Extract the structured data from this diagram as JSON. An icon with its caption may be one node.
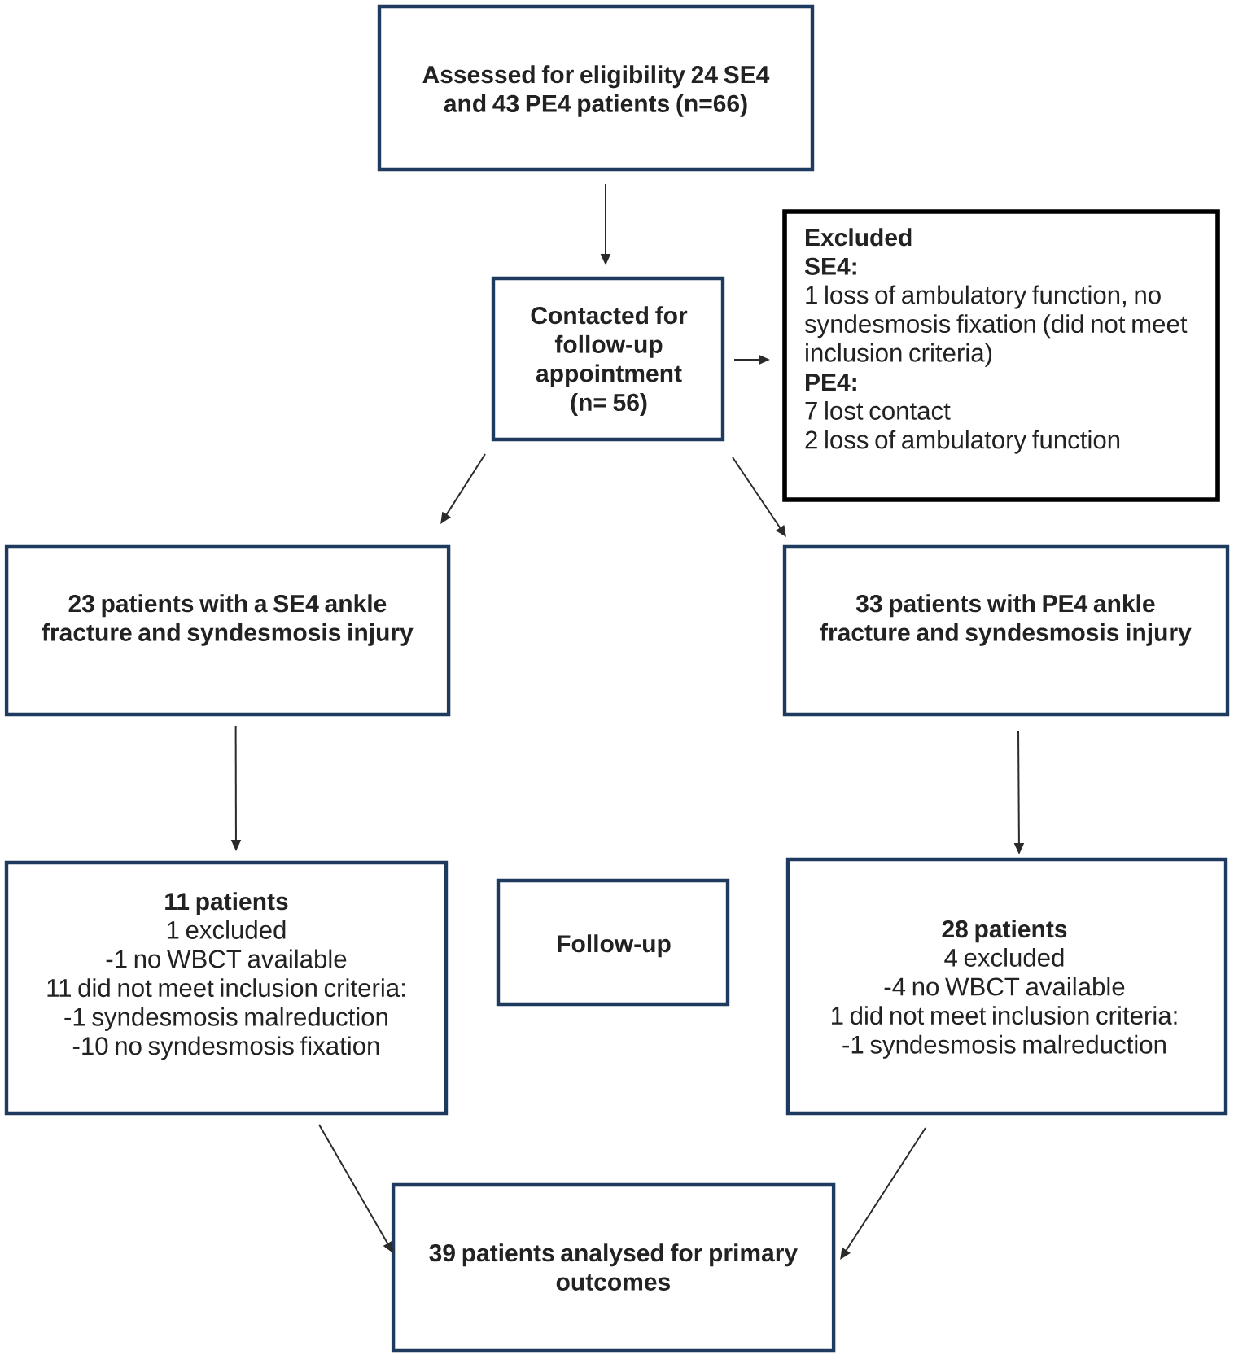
{
  "diagram": {
    "nodes": [
      {
        "text": [
          "Assessed for eligibility 24 SE4 and 43 PE4 patients (n=66)"
        ]
      },
      {
        "text": [
          "Contacted for follow-up appointment (n= 56)"
        ]
      },
      {
        "text": [
          "Excluded",
          "SE4:",
          "1 loss of ambulatory function, no syndesmosis fixation (did not meet inclusion criteria)",
          "PE4:",
          "7 lost contact",
          "2 loss of ambulatory function"
        ]
      },
      {
        "text": [
          "23 patients with a SE4 ankle fracture and syndesmosis injury"
        ]
      },
      {
        "text": [
          "33 patients with PE4 ankle fracture and syndesmosis injury"
        ]
      },
      {
        "text": [
          "11 patients",
          "1 excluded",
          "-1 no WBCT available",
          "11 did not meet inclusion criteria:",
          "-1 syndesmosis malreduction",
          "-10 no syndesmosis fixation"
        ]
      },
      {
        "text": [
          "Follow-up"
        ]
      },
      {
        "text": [
          "28 patients",
          "4 excluded",
          "-4 no WBCT available",
          "1 did not meet inclusion criteria:",
          "-1 syndesmosis malreduction"
        ]
      },
      {
        "text": [
          "39 patients analysed for primary outcomes"
        ]
      }
    ],
    "edges": [
      {
        "from": 0,
        "to": 1,
        "arrow": "to"
      },
      {
        "from": 1,
        "to": 2,
        "arrow": "to"
      },
      {
        "from": 1,
        "to": 3,
        "arrow": "to"
      },
      {
        "from": 1,
        "to": 4,
        "arrow": "to"
      },
      {
        "from": 3,
        "to": 5,
        "arrow": "to"
      },
      {
        "from": 4,
        "to": 7,
        "arrow": "to"
      },
      {
        "from": 5,
        "to": 8,
        "arrow": "to"
      },
      {
        "from": 7,
        "to": 8,
        "arrow": "to"
      }
    ]
  }
}
